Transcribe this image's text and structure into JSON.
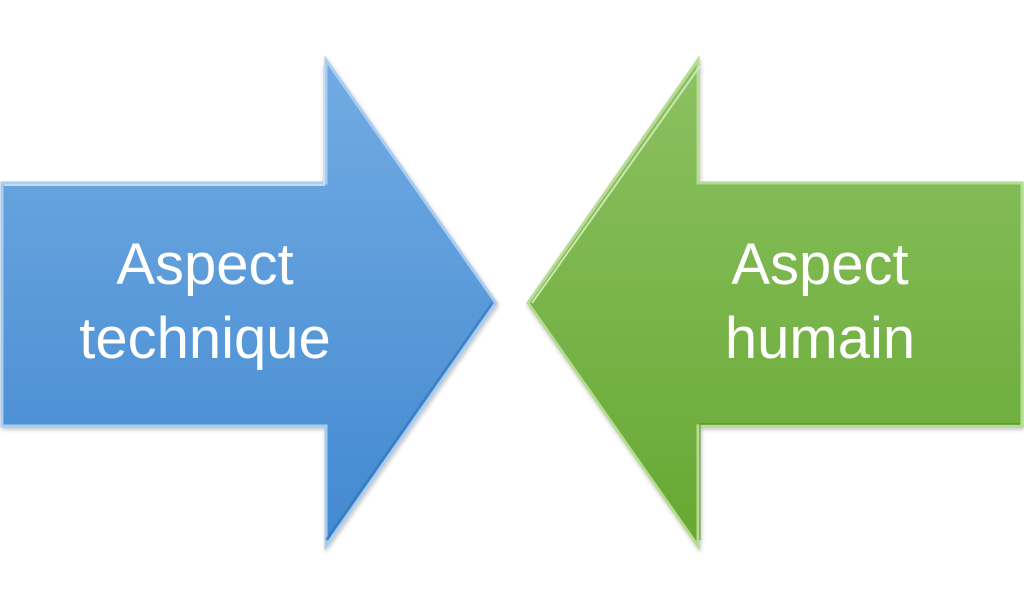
{
  "diagram": {
    "left_arrow": {
      "line1": "Aspect",
      "line2": "technique",
      "color_top": "#6aa6e0",
      "color_bottom": "#4a8fd3",
      "direction": "right"
    },
    "right_arrow": {
      "line1": "Aspect",
      "line2": "humain",
      "color_top": "#86bd5a",
      "color_bottom": "#6aab35",
      "direction": "left"
    },
    "text_color": "#ffffff"
  }
}
